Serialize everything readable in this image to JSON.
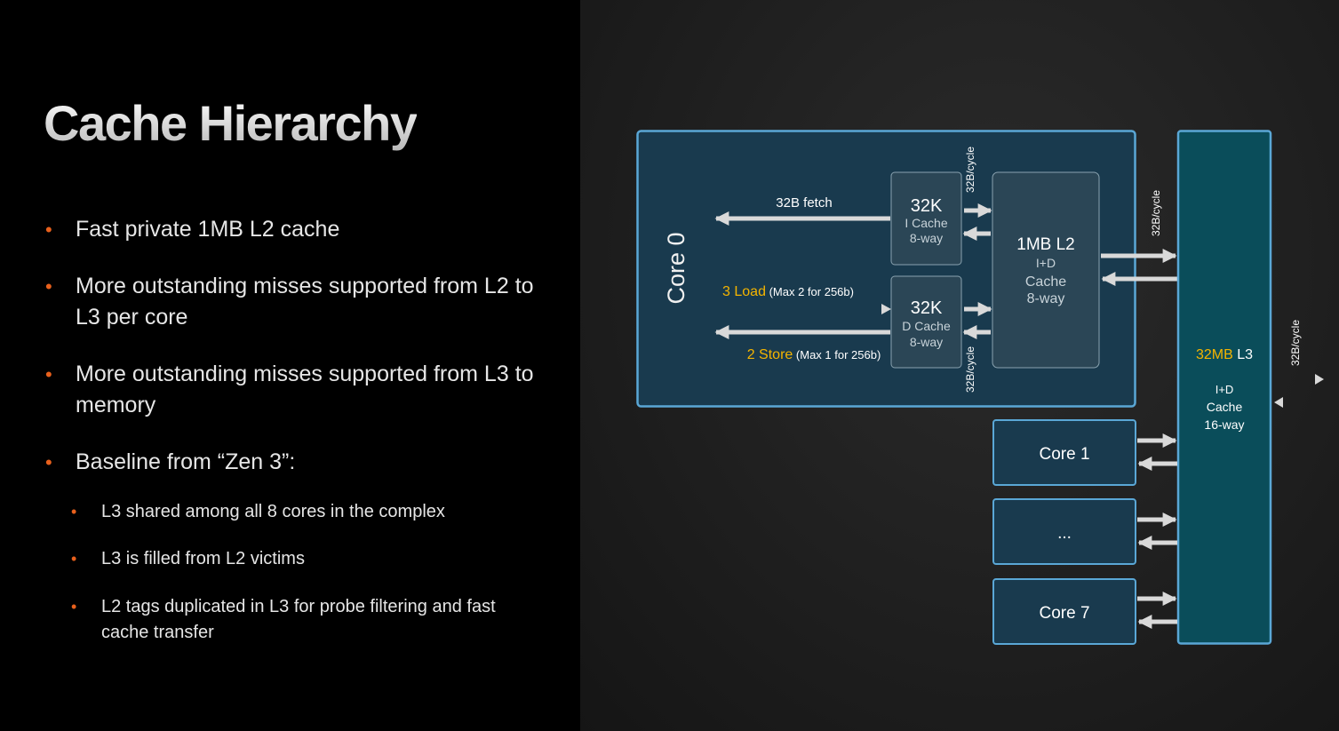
{
  "slide": {
    "title": "Cache Hierarchy",
    "bullets": [
      {
        "text": "Fast private 1MB L2 cache",
        "level": 1
      },
      {
        "text": "More outstanding misses supported from L2 to L3 per core",
        "level": 1
      },
      {
        "text": "More outstanding misses supported from L3 to memory",
        "level": 1
      },
      {
        "text": "Baseline from “Zen 3”:",
        "level": 1
      },
      {
        "text": "L3 shared among all 8 cores in the complex",
        "level": 2
      },
      {
        "text": "L3 is filled from L2 victims",
        "level": 2
      },
      {
        "text": "L2 tags duplicated in L3 for probe filtering and fast cache transfer",
        "level": 2
      }
    ]
  },
  "diagram": {
    "core0_label": "Core 0",
    "fetch_label": "32B fetch",
    "load_label_main": "3 Load",
    "load_label_note": "(Max 2 for 256b)",
    "store_label_main": "2 Store",
    "store_label_note": "(Max 1 for 256b)",
    "icache": {
      "size": "32K",
      "name": "I Cache",
      "assoc": "8-way"
    },
    "dcache": {
      "size": "32K",
      "name": "D Cache",
      "assoc": "8-way"
    },
    "l2": {
      "size": "1MB L2",
      "type": "I+D",
      "name": "Cache",
      "assoc": "8-way"
    },
    "l3": {
      "size_value": "32MB",
      "size_level": "L3",
      "type": "I+D",
      "name": "Cache",
      "assoc": "16-way"
    },
    "bw_label": "32B/cycle",
    "other_cores": [
      "Core 1",
      "...",
      "Core 7"
    ],
    "colors": {
      "accent_yellow": "#f4b400",
      "box_border": "#5aa7d6",
      "core_fill": "#193a4e",
      "cache_fill": "#2b4656",
      "l3_fill": "#0a4d5a",
      "arrow": "#d9d9d9"
    }
  }
}
